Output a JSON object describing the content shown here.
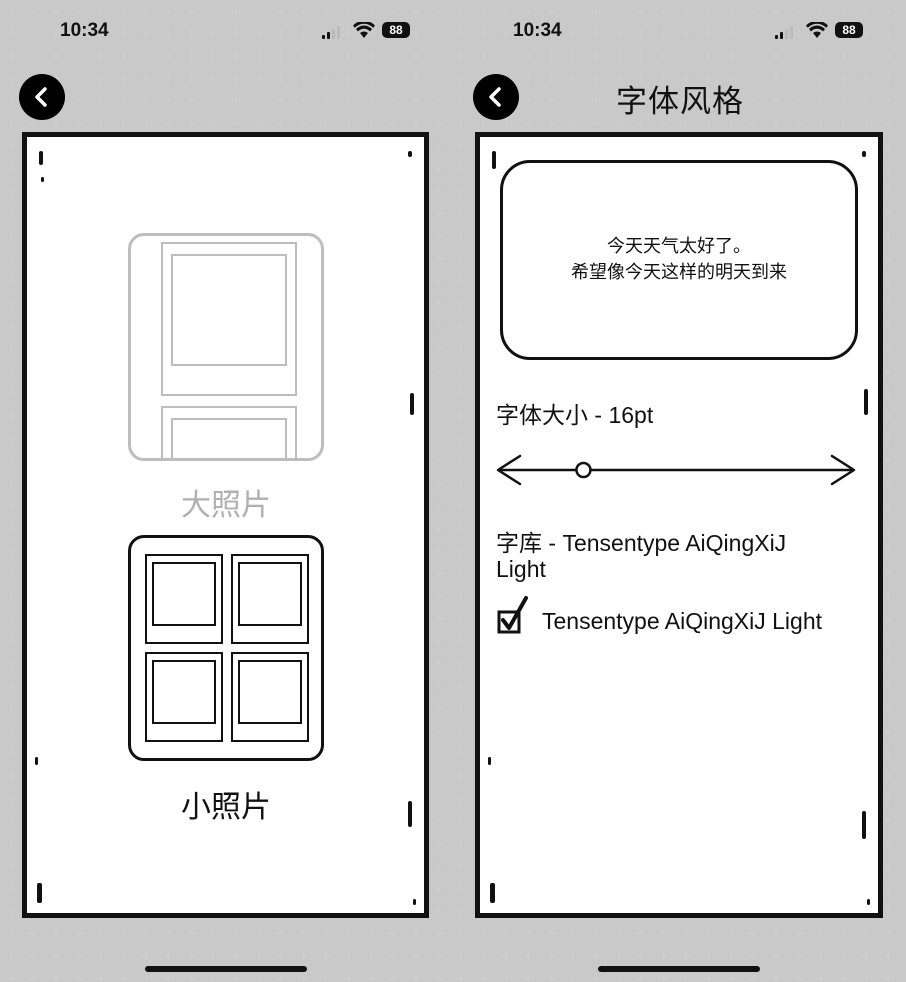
{
  "status_bar": {
    "time": "10:34",
    "battery": "88"
  },
  "left_screen": {
    "options": [
      {
        "label": "大照片",
        "state": "disabled"
      },
      {
        "label": "小照片",
        "state": "selected"
      }
    ]
  },
  "right_screen": {
    "title": "字体风格",
    "preview_lines": [
      "今天天气太好了。",
      "希望像今天这样的明天到来"
    ],
    "font_size_label": "字体大小 - 16pt",
    "font_size_value": 16,
    "font_size_slider_fraction": 0.24,
    "library_label_line1": "字库 - Tensentype AiQingXiJ",
    "library_label_line2": "Light",
    "font_option": {
      "label": "Tensentype AiQingXiJ Light",
      "checked": true
    }
  },
  "icons": [
    "back-arrow-icon",
    "signal-icon",
    "wifi-icon",
    "battery-icon",
    "checkbox-checked-icon",
    "left-arrow-icon",
    "right-arrow-icon"
  ]
}
